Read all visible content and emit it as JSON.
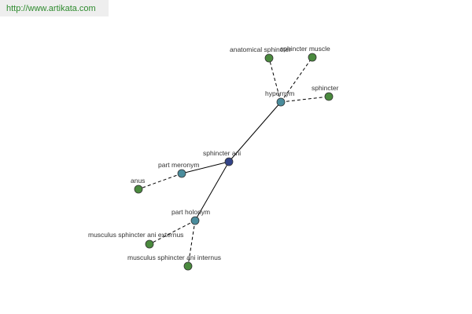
{
  "site": {
    "url": "http://www.artikata.com"
  },
  "colors": {
    "center": "#334488",
    "relation": "#4a8c9c",
    "word": "#4a8a3e"
  },
  "graph": {
    "center": {
      "label": "sphincter ani"
    },
    "relations": {
      "hypernym": {
        "label": "hypernym"
      },
      "part_meronym": {
        "label": "part meronym"
      },
      "part_holonym": {
        "label": "part holonym"
      }
    },
    "words": {
      "anatomical_sphincter": {
        "label": "anatomical sphincter"
      },
      "sphincter_muscle": {
        "label": "sphincter muscle"
      },
      "sphincter": {
        "label": "sphincter"
      },
      "anus": {
        "label": "anus"
      },
      "musculus_sphincter_ani_externus": {
        "label": "musculus sphincter ani externus"
      },
      "musculus_sphincter_ani_internus": {
        "label": "musculus sphincter ani internus"
      }
    }
  }
}
